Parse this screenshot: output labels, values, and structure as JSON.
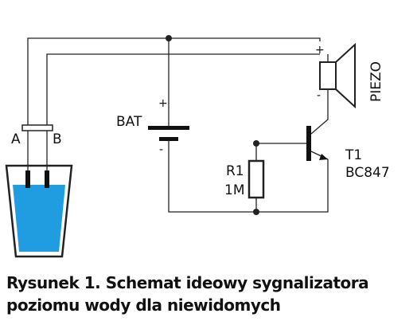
{
  "labels": {
    "electrode_a": "A",
    "electrode_b": "B",
    "battery": "BAT",
    "battery_plus": "+",
    "battery_minus": "-",
    "piezo_plus": "+",
    "piezo_minus": "-",
    "piezo": "PIEZO",
    "resistor_ref": "R1",
    "resistor_value": "1M",
    "transistor_ref": "T1",
    "transistor_part": "BC847"
  },
  "caption": {
    "line1": "Rysunek 1. Schemat ideowy sygnalizatora",
    "line2": "poziomu wody dla niewidomych"
  },
  "colors": {
    "water": "#1f9de0",
    "wire": "#222222"
  }
}
